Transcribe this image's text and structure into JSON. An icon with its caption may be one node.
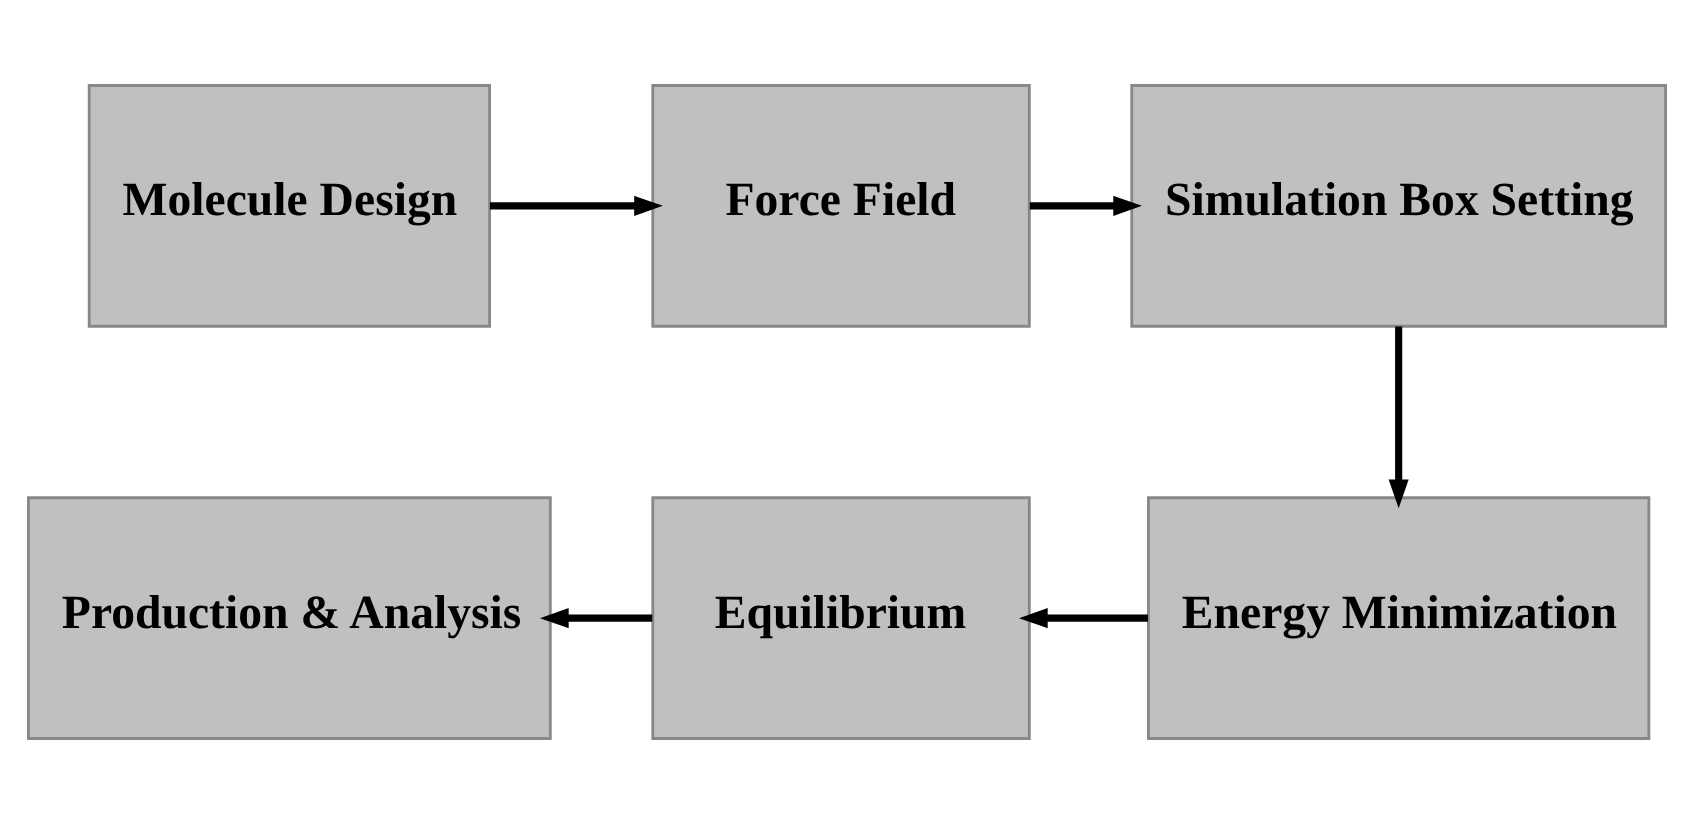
{
  "diagram": {
    "nodes": [
      {
        "text": [
          "Molecule Design"
        ]
      },
      {
        "text": [
          "Force Field"
        ]
      },
      {
        "text": [
          "Simulation Box Setting"
        ]
      },
      {
        "text": [
          "Energy Minimization"
        ]
      },
      {
        "text": [
          "Equilibrium"
        ]
      },
      {
        "text": [
          "Production & Analysis"
        ]
      }
    ],
    "edges": [
      {
        "from": 0,
        "to": 1,
        "arrow": "to"
      },
      {
        "from": 1,
        "to": 2,
        "arrow": "to"
      },
      {
        "from": 2,
        "to": 3,
        "arrow": "to"
      },
      {
        "from": 3,
        "to": 4,
        "arrow": "to"
      },
      {
        "from": 4,
        "to": 5,
        "arrow": "to"
      }
    ]
  }
}
